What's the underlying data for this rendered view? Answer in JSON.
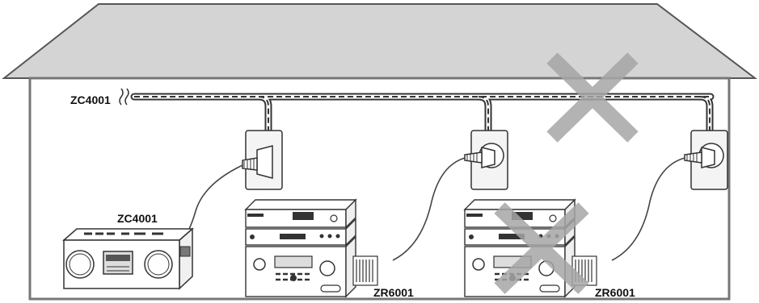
{
  "labels": {
    "wiring": "ZC4001",
    "radio": "ZC4001",
    "stack_left": "ZR6001",
    "stack_right": "ZR6001"
  },
  "colors": {
    "house_gray": "#d4d4d4",
    "outline": "#666666",
    "cross": "#a6a6a6",
    "device_face": "#e6e6e6"
  }
}
